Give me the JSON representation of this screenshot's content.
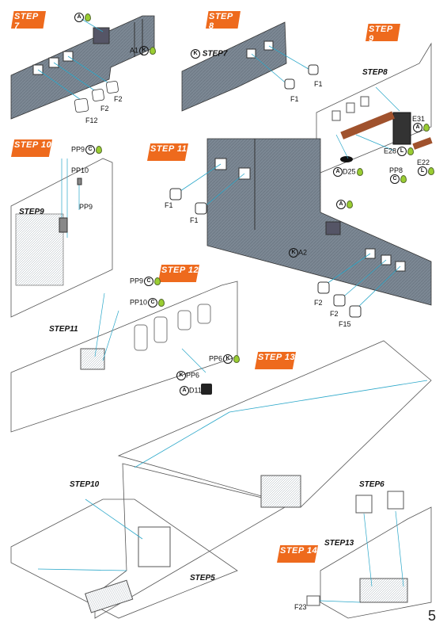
{
  "steps": {
    "s7": "STEP 7",
    "s8": "STEP 8",
    "s9": "STEP 9",
    "s10": "STEP 10",
    "s11": "STEP 11",
    "s12": "STEP 12",
    "s13": "STEP 13",
    "s14": "STEP 14"
  },
  "inline_titles": {
    "step7": "STEP7",
    "step8": "STEP8",
    "step9": "STEP9",
    "step11": "STEP11",
    "step10": "STEP10",
    "step6": "STEP6",
    "step13": "STEP13",
    "step5": "STEP5"
  },
  "parts": {
    "a1": "A1",
    "f12": "F12",
    "f2a": "F2",
    "f2b": "F2",
    "f1_s8a": "F1",
    "f1_s8b": "F1",
    "e31": "E31",
    "e28": "E28",
    "e22": "E22",
    "d25": "D25",
    "pp8": "PP8",
    "pp9_s10": "PP9",
    "pp10_s10": "PP10",
    "pp9b_s10": "PP9",
    "f1_s11a": "F1",
    "f1_s11b": "F1",
    "a2": "A2",
    "f2_s11a": "F2",
    "f2_s11b": "F2",
    "f15": "F15",
    "pp9_s12": "PP9",
    "pp10_s12": "PP10",
    "pp6a": "PP6",
    "pp6b": "PP6",
    "d11": "D11",
    "f23": "F23"
  },
  "markers": {
    "a": "A",
    "k": "K",
    "c": "C",
    "l": "L"
  },
  "page_number": "5",
  "colors": {
    "flag": "#ee6a1d",
    "part_grey": "#6f7b87",
    "guide_blue": "#2aa7c9",
    "glue_green": "#9acd32"
  }
}
